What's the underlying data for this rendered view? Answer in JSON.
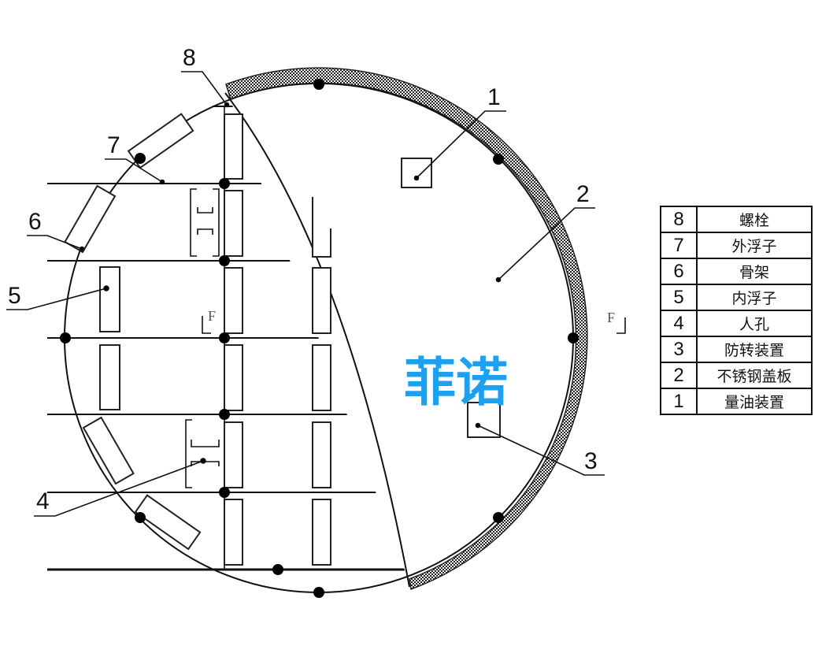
{
  "watermark": "菲诺",
  "section_mark": "F",
  "callouts": [
    {
      "id": "1",
      "label": "1"
    },
    {
      "id": "2",
      "label": "2"
    },
    {
      "id": "3",
      "label": "3"
    },
    {
      "id": "4",
      "label": "4"
    },
    {
      "id": "5",
      "label": "5"
    },
    {
      "id": "6",
      "label": "6"
    },
    {
      "id": "7",
      "label": "7"
    },
    {
      "id": "8",
      "label": "8"
    }
  ],
  "legend": {
    "rows": [
      {
        "num": "8",
        "name": "螺栓"
      },
      {
        "num": "7",
        "name": "外浮子"
      },
      {
        "num": "6",
        "name": "骨架"
      },
      {
        "num": "5",
        "name": "内浮子"
      },
      {
        "num": "4",
        "name": "人孔"
      },
      {
        "num": "3",
        "name": "防转装置"
      },
      {
        "num": "2",
        "name": "不锈钢盖板"
      },
      {
        "num": "1",
        "name": "量油装置"
      }
    ]
  },
  "colors": {
    "line": "#111111",
    "watermark": "#1ea0f0",
    "cover_hatch": "#333333"
  }
}
